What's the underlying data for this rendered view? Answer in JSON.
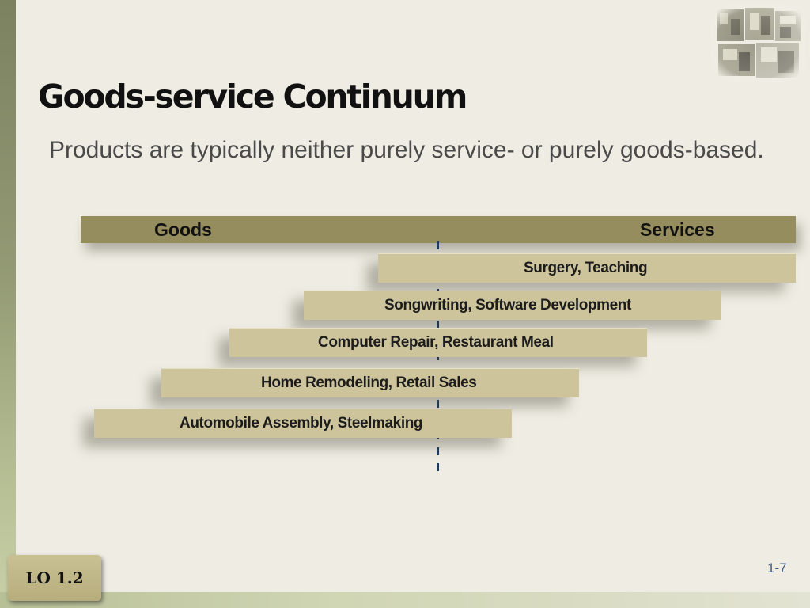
{
  "slide": {
    "title": "Goods-service Continuum",
    "subtitle": "Products are typically neither purely service- or purely goods-based.",
    "slide_number": "1-7",
    "lo_badge": "LO 1.2"
  },
  "continuum": {
    "left_label": "Goods",
    "right_label": "Services",
    "examples": [
      "Surgery, Teaching",
      "Songwriting, Software Development",
      "Computer Repair, Restaurant Meal",
      "Home Remodeling, Retail Sales",
      "Automobile Assembly, Steelmaking"
    ]
  },
  "colors": {
    "background": "#efede3",
    "header_bar": "#958d5d",
    "example_bar": "#cdc49c",
    "midline": "#1f3a5a",
    "slide_number": "#3d5a88"
  },
  "icons": {
    "collage": "office-photo-collage"
  }
}
